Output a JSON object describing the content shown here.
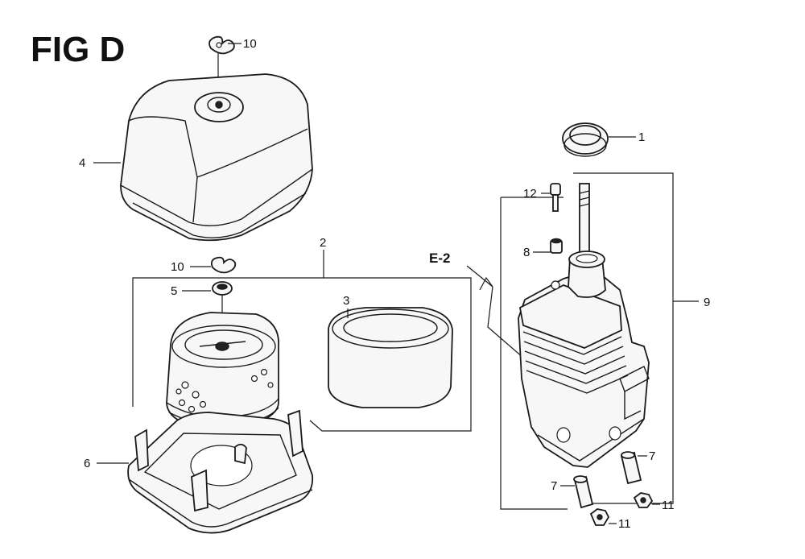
{
  "figure": {
    "title": "FIG D"
  },
  "reference": {
    "label": "E-2"
  },
  "callouts": {
    "c1": "1",
    "c2": "2",
    "c3": "3",
    "c4": "4",
    "c5": "5",
    "c6": "6",
    "c7a": "7",
    "c7b": "7",
    "c8": "8",
    "c9": "9",
    "c10a": "10",
    "c10b": "10",
    "c11a": "11",
    "c11b": "11",
    "c12": "12"
  }
}
